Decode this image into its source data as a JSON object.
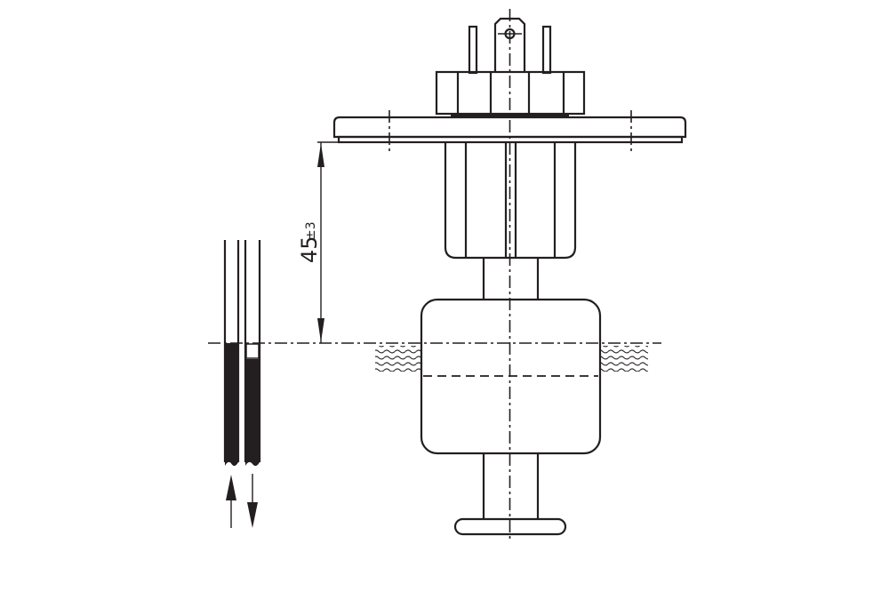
{
  "diagram": {
    "type": "technical-drawing",
    "subject": "float level switch with connector head, mounting flange and float body",
    "dimension": {
      "value": "45",
      "tolerance": "±3",
      "label": "45 ±3"
    },
    "indicator": {
      "direction_up": "rising level",
      "direction_down": "falling level"
    },
    "colors": {
      "line": "#231f20",
      "background": "#ffffff"
    }
  }
}
